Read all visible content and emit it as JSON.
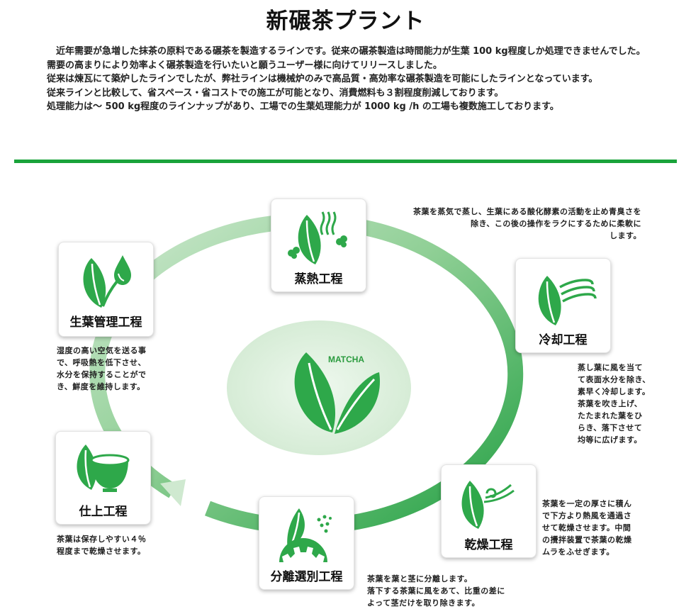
{
  "title": "新碾茶プラント",
  "intro": [
    "　近年需要が急増した抹茶の原料である碾茶を製造するラインです。従来の碾茶製造は時間能力が生葉 100 kg程度しか処理できませんでした。需要の高まりにより効率よく碾茶製造を行いたいと願うユーザー様に向けてリリースしました。",
    "従来は煉瓦にて築炉したラインでしたが、弊社ラインは機械炉のみで高品質・高効率な碾茶製造を可能にしたラインとなっています。",
    "従来ラインと比較して、省スペース・省コストでの施工が可能となり、消費燃料も３割程度削減しております。",
    "処理能力は～ 500 kg程度のラインナップがあり、工場での生葉処理能力が 1000 kg /h の工場も複数施工しております。"
  ],
  "center": {
    "label": "MATCHA"
  },
  "steps": {
    "raw_leaf": {
      "label": "生葉管理工程",
      "icon": "leaf-water-drop-icon",
      "desc": [
        "湿度の高い空気を送る事",
        "で、呼吸熱を低下させ、",
        "水分を保持することがで",
        "き、鮮度を維持します。"
      ]
    },
    "steaming": {
      "label": "蒸熱工程",
      "icon": "leaf-steam-icon",
      "desc": [
        "茶葉を蒸気で蒸し、生葉にある酸化酵素の活動を止め青臭さを",
        "除き、この後の操作をラクにするために柔軟に",
        "します。"
      ]
    },
    "cooling": {
      "label": "冷却工程",
      "icon": "leaf-wind-icon",
      "desc": [
        "蒸し葉に風を当て",
        "て表面水分を除き、",
        "素早く冷却します。",
        "茶葉を吹き上げ、",
        "たたまれた葉をひ",
        "らき、落下させて",
        "均等に広げます。"
      ]
    },
    "drying": {
      "label": "乾燥工程",
      "icon": "leaf-hot-air-icon",
      "desc": [
        "茶葉を一定の厚さに積ん",
        "で下方より熱風を通過さ",
        "せて乾燥させます。中間",
        "の攪拌装置で茶葉の乾燥",
        "ムラをふせぎます。"
      ]
    },
    "separating": {
      "label": "分離選別工程",
      "icon": "leaf-gear-icon",
      "desc": [
        "茶葉を葉と茎に分離します。",
        "落下する茶葉に風をあて、比重の差に",
        "よって茎だけを取り除きます。"
      ]
    },
    "finishing": {
      "label": "仕上工程",
      "icon": "leaf-tea-bowl-icon",
      "desc": [
        "茶葉は保存しやすい４％",
        "程度まで乾燥させます。"
      ]
    }
  },
  "colors": {
    "accent": "#1aa33a",
    "leaf": "#2ea84a",
    "ring_light": "#c8e6c9",
    "ring_dark": "#2ea84a",
    "center_fill": "#dcefdc"
  }
}
